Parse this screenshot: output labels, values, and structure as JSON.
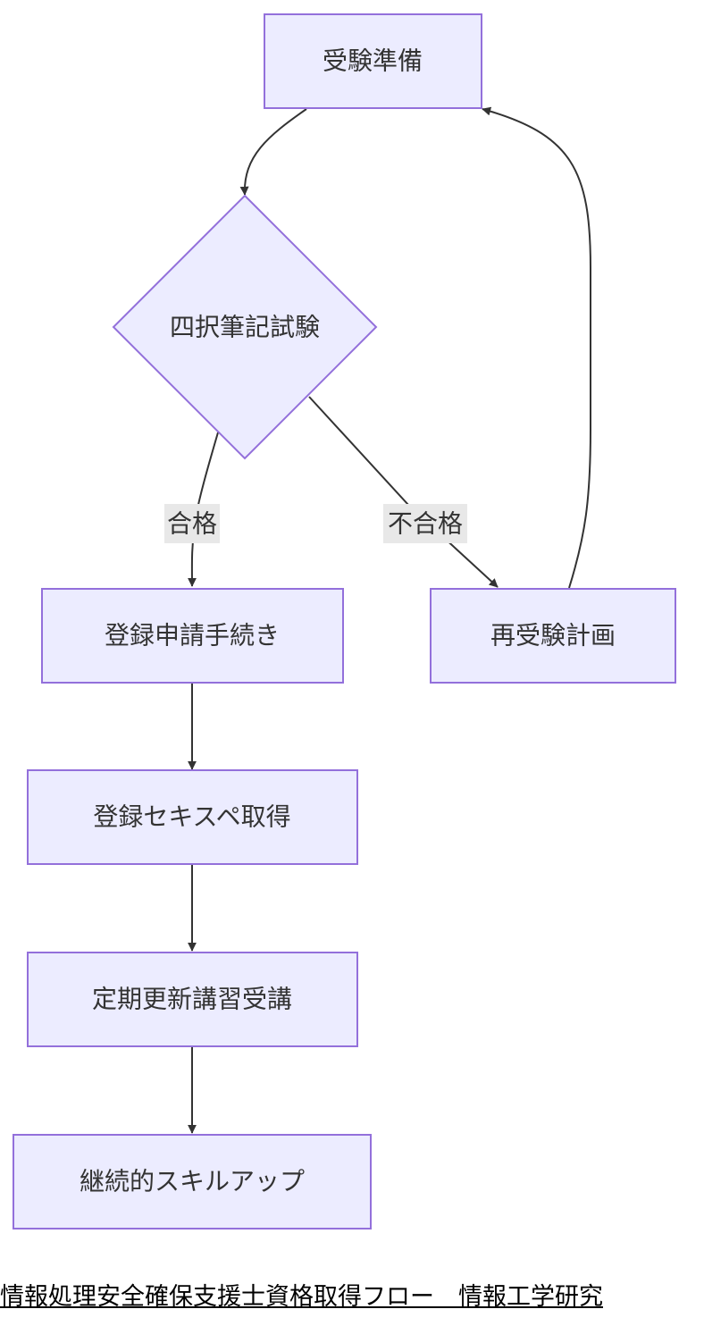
{
  "diagram": {
    "nodes": {
      "prep": "受験準備",
      "exam": "四択筆記試験",
      "register_apply": "登録申請手続き",
      "retake_plan": "再受験計画",
      "get_registered": "登録セキスペ取得",
      "training": "定期更新講習受講",
      "skillup": "継続的スキルアップ"
    },
    "edge_labels": {
      "pass": "合格",
      "fail": "不合格"
    }
  },
  "caption": "情報処理安全確保支援士資格取得フロー　情報工学研究"
}
